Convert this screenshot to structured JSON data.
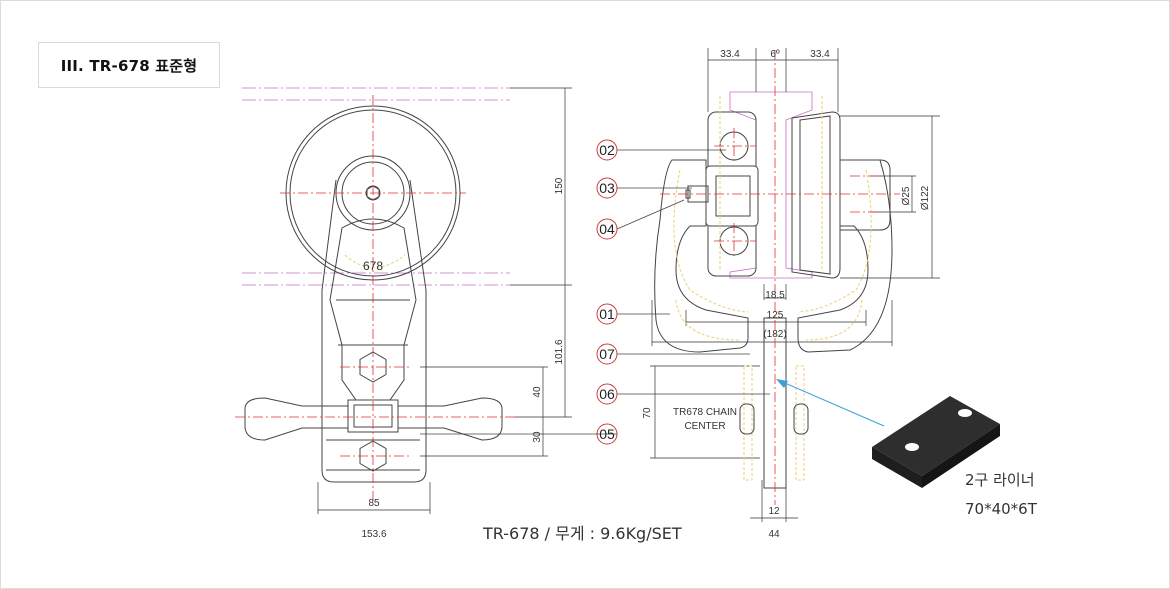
{
  "title": "III. TR-678 표준형",
  "left_view": {
    "label_center": "678",
    "dim_150": "150",
    "dim_101_6": "101.6",
    "dim_40": "40",
    "dim_30": "30",
    "dim_85": "85",
    "dim_153_6": "153.6"
  },
  "right_view": {
    "dim_33_4_left": "33.4",
    "dim_6deg": "6º",
    "dim_33_4_right": "33.4",
    "dim_25": "Ø25",
    "dim_122": "Ø122",
    "dim_18_5": "18.5",
    "dim_125": "125",
    "dim_182": "(182)",
    "dim_70": "70",
    "dim_12": "12",
    "dim_44": "44",
    "chain_center_line1": "TR678 CHAIN",
    "chain_center_line2": "CENTER",
    "parts": [
      "02",
      "03",
      "04",
      "01",
      "07",
      "06",
      "05"
    ]
  },
  "caption": "TR-678  / 무게 : 9.6Kg/SET",
  "liner": {
    "line1": "2구 라이너",
    "line2": "70*40*6T"
  }
}
